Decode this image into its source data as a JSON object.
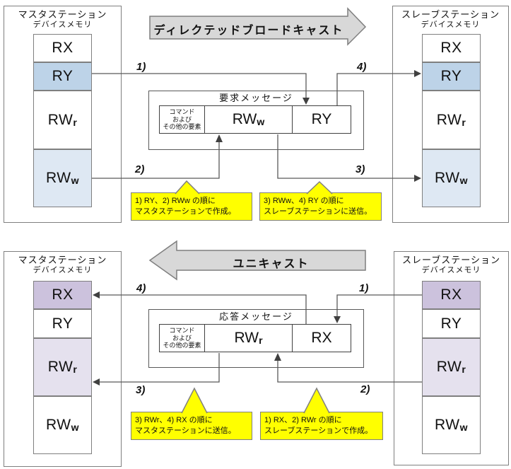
{
  "colors": {
    "highlight_blue_strong": "#BDD3E8",
    "highlight_blue_light": "#DEE8F3",
    "highlight_purple_strong": "#CCC2DD",
    "highlight_purple_light": "#E5E1EE",
    "callout_bg": "#FFFF00",
    "banner_bg": "#D8D8D8",
    "line_gray": "#595959"
  },
  "steps": {
    "s1": "1)",
    "s2": "2)",
    "s3": "3)",
    "s4": "4)"
  },
  "top": {
    "banner": "ディレクテッドブロードキャスト",
    "master": {
      "title": "マスタステーション",
      "subtitle": "デバイスメモリ",
      "cells": [
        {
          "m": "RX",
          "s": ""
        },
        {
          "m": "RY",
          "s": ""
        },
        {
          "m": "RW",
          "s": "r"
        },
        {
          "m": "RW",
          "s": "w"
        }
      ]
    },
    "slave": {
      "title": "スレーブステーション",
      "subtitle": "デバイスメモリ",
      "cells": [
        {
          "m": "RX",
          "s": ""
        },
        {
          "m": "RY",
          "s": ""
        },
        {
          "m": "RW",
          "s": "r"
        },
        {
          "m": "RW",
          "s": "w"
        }
      ]
    },
    "message": {
      "title": "要求メッセージ",
      "cmd_line1": "コマンド",
      "cmd_line2": "および",
      "cmd_line3": "その他の要素",
      "payload": {
        "m": "RW",
        "s": "w"
      },
      "bits": {
        "m": "RY",
        "s": ""
      }
    },
    "callout_left": {
      "line1": "1) RY、2) RWw の順に",
      "line2": "マスタステーションで作成。"
    },
    "callout_right": {
      "line1": "3) RWw、4) RY の順に",
      "line2": "スレーブステーションに送信。"
    }
  },
  "bottom": {
    "banner": "ユニキャスト",
    "master": {
      "title": "マスタステーション",
      "subtitle": "デバイスメモリ",
      "cells": [
        {
          "m": "RX",
          "s": ""
        },
        {
          "m": "RY",
          "s": ""
        },
        {
          "m": "RW",
          "s": "r"
        },
        {
          "m": "RW",
          "s": "w"
        }
      ]
    },
    "slave": {
      "title": "スレーブステーション",
      "subtitle": "デバイスメモリ",
      "cells": [
        {
          "m": "RX",
          "s": ""
        },
        {
          "m": "RY",
          "s": ""
        },
        {
          "m": "RW",
          "s": "r"
        },
        {
          "m": "RW",
          "s": "w"
        }
      ]
    },
    "message": {
      "title": "応答メッセージ",
      "cmd_line1": "コマンド",
      "cmd_line2": "および",
      "cmd_line3": "その他の要素",
      "payload": {
        "m": "RW",
        "s": "r"
      },
      "bits": {
        "m": "RX",
        "s": ""
      }
    },
    "callout_left": {
      "line1": "3) RWr、4) RX の順に",
      "line2": "マスタステーションに送信。"
    },
    "callout_right": {
      "line1": "1) RX、2) RWr の順に",
      "line2": "スレーブステーションで作成。"
    }
  }
}
